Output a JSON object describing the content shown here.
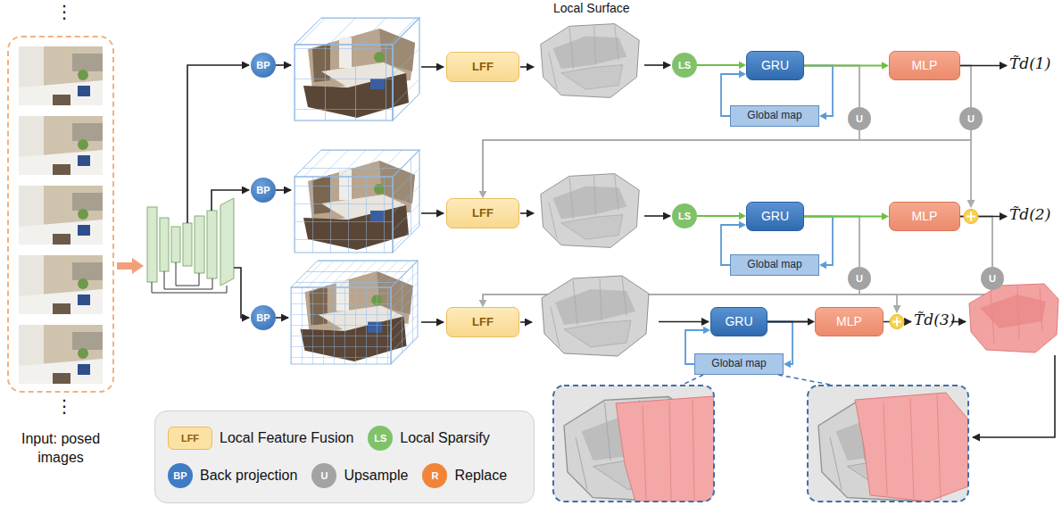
{
  "diagram": {
    "nodes": [
      {
        "text": [
          "Input: posed images"
        ]
      },
      {
        "text": [
          "BP"
        ]
      },
      {
        "text": [
          "LFF"
        ]
      },
      {
        "text": [
          "LS"
        ]
      },
      {
        "text": [
          "GRU"
        ]
      },
      {
        "text": [
          "Global map"
        ]
      },
      {
        "text": [
          "MLP"
        ]
      },
      {
        "text": [
          "U"
        ]
      },
      {
        "text": [
          "U"
        ]
      },
      {
        "text": [
          "BP"
        ]
      },
      {
        "text": [
          "LFF"
        ]
      },
      {
        "text": [
          "LS"
        ]
      },
      {
        "text": [
          "GRU"
        ]
      },
      {
        "text": [
          "Global map"
        ]
      },
      {
        "text": [
          "MLP"
        ]
      },
      {
        "text": [
          "U"
        ]
      },
      {
        "text": [
          "U"
        ]
      },
      {
        "text": [
          "BP"
        ]
      },
      {
        "text": [
          "LFF"
        ]
      },
      {
        "text": [
          "GRU"
        ]
      },
      {
        "text": [
          "Global map"
        ]
      },
      {
        "text": [
          "MLP"
        ]
      }
    ],
    "edges": [
      {
        "from": 3,
        "to": 4,
        "arrow": "to"
      },
      {
        "from": 4,
        "to": 6,
        "arrow": "to"
      },
      {
        "from": 4,
        "to": 5,
        "arrow": "to"
      },
      {
        "from": 5,
        "to": 4,
        "arrow": "to"
      },
      {
        "from": 4,
        "to": 7,
        "arrow": "none"
      },
      {
        "from": 6,
        "to": 8,
        "arrow": "none"
      },
      {
        "from": 7,
        "to": 10,
        "arrow": "to"
      },
      {
        "from": 8,
        "to": 10,
        "arrow": "to"
      },
      {
        "from": 11,
        "to": 12,
        "arrow": "to"
      },
      {
        "from": 12,
        "to": 14,
        "arrow": "to"
      },
      {
        "from": 12,
        "to": 13,
        "arrow": "to"
      },
      {
        "from": 13,
        "to": 12,
        "arrow": "to"
      },
      {
        "from": 12,
        "to": 15,
        "arrow": "none"
      },
      {
        "from": 14,
        "to": 16,
        "arrow": "none"
      },
      {
        "from": 15,
        "to": 18,
        "arrow": "to"
      },
      {
        "from": 16,
        "to": 18,
        "arrow": "to"
      },
      {
        "from": 19,
        "to": 21,
        "arrow": "to"
      },
      {
        "from": 19,
        "to": 20,
        "arrow": "to"
      },
      {
        "from": 20,
        "to": 19,
        "arrow": "to"
      }
    ],
    "labels": [
      "⋮",
      "⋮",
      "Local Surface",
      "T̃d(1)",
      "T̃d(2)",
      "T̃d(3)",
      "LFF",
      "LS",
      "BP",
      "U",
      "R"
    ],
    "legend": [
      {
        "text": "Local Feature Fusion",
        "color": "#FCE2A2"
      },
      {
        "text": "Local Sparsify",
        "color": "#7FC26A"
      },
      {
        "text": "Back projection",
        "color": "#3E7CC4"
      },
      {
        "text": "Upsample",
        "color": "#A3A3A3"
      },
      {
        "text": "Replace",
        "color": "#F0853A"
      }
    ]
  }
}
